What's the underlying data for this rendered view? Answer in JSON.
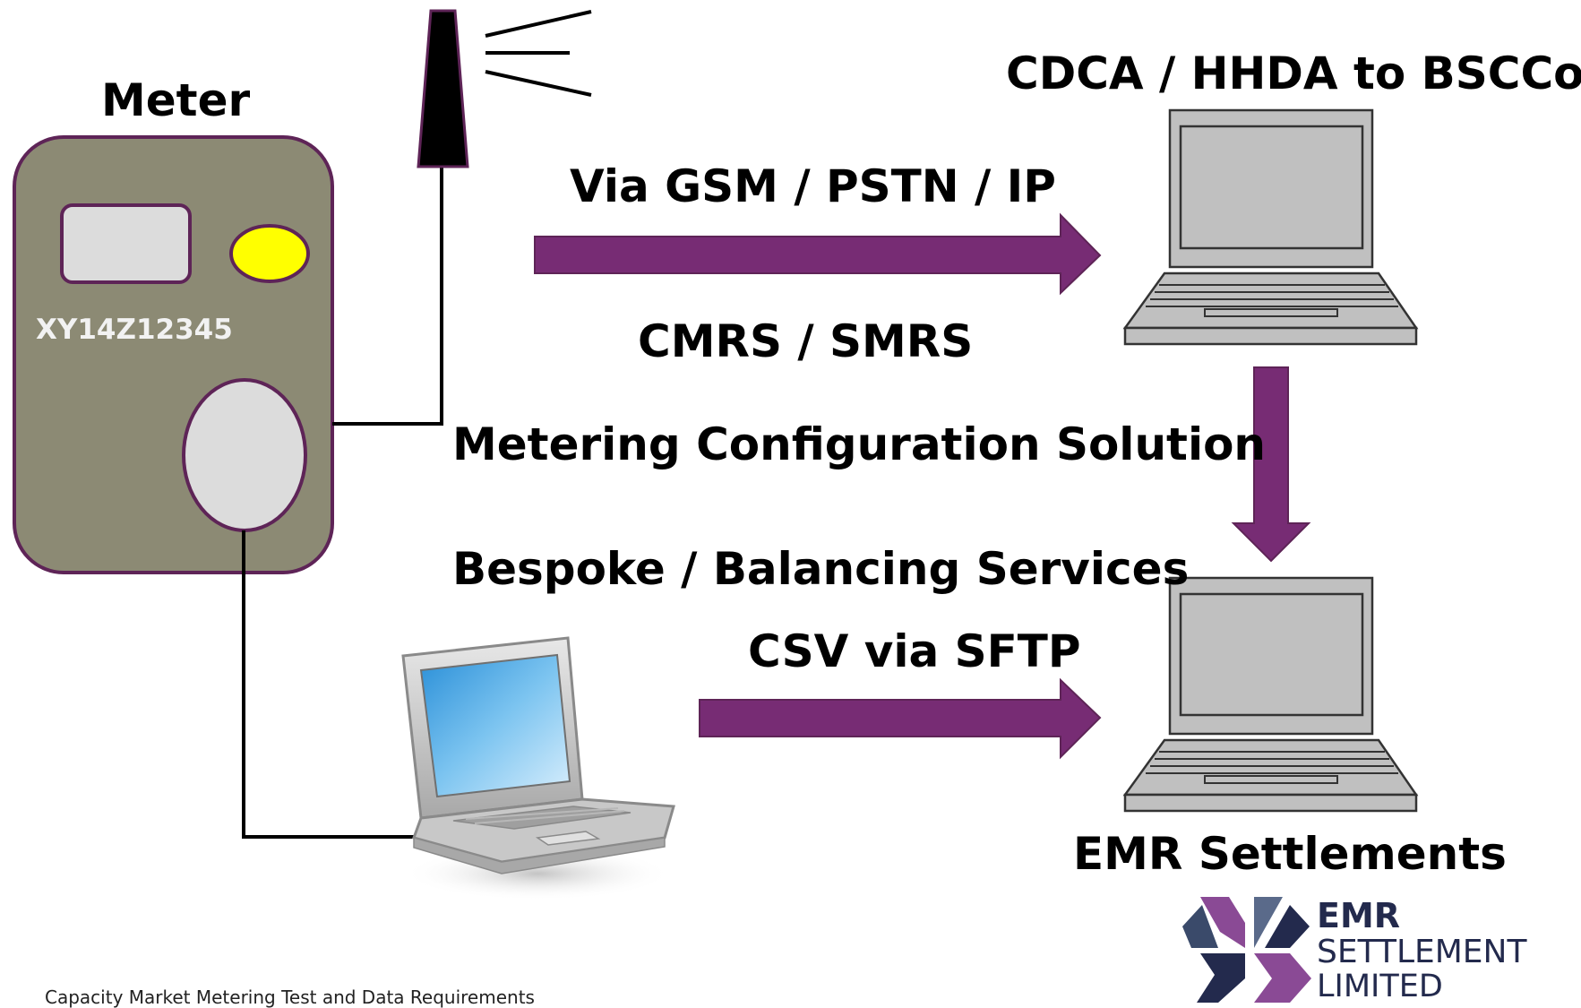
{
  "labels": {
    "meter": "Meter",
    "meter_serial": "XY14Z12345",
    "cdca": "CDCA / HHDA to BSCCo",
    "via": "Via GSM / PSTN / IP",
    "cmrs": "CMRS / SMRS",
    "metering_config": "Metering Configuration Solution",
    "bespoke": "Bespoke / Balancing Services",
    "csv": "CSV via SFTP",
    "emr_settlements": "EMR Settlements"
  },
  "footer": "Capacity Market Metering Test and Data Requirements",
  "logo": {
    "line1": "EMR",
    "line2": "SETTLEMENT",
    "line3": "LIMITED"
  },
  "colors": {
    "arrow": "#772c74",
    "meter_body": "#8c8a74",
    "meter_border": "#5e2457",
    "indicator": "#ffff00",
    "logo_navy": "#232a4d",
    "logo_purple": "#8a4a95"
  },
  "icons": [
    "antenna-icon",
    "laptop-icon",
    "meter-icon",
    "emr-logo-icon"
  ]
}
